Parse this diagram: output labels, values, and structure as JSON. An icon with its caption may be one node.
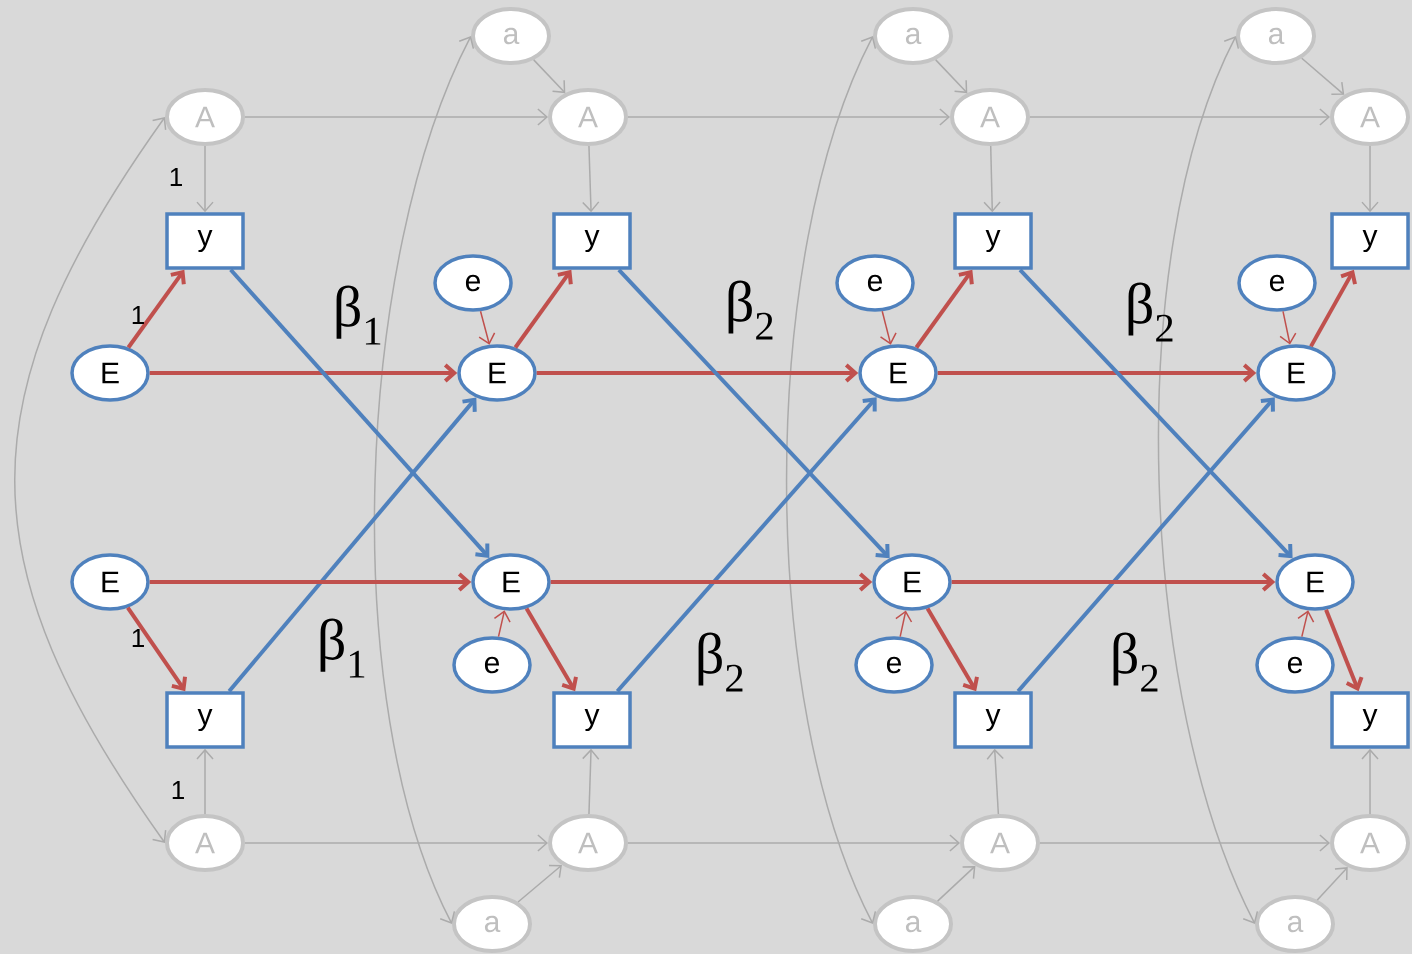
{
  "diagram": {
    "nodes": [
      {
        "text": [
          "a"
        ]
      },
      {
        "text": [
          "a"
        ]
      },
      {
        "text": [
          "a"
        ]
      },
      {
        "text": [
          "A"
        ]
      },
      {
        "text": [
          "A"
        ]
      },
      {
        "text": [
          "A"
        ]
      },
      {
        "text": [
          "A"
        ]
      },
      {
        "text": [
          "y"
        ]
      },
      {
        "text": [
          "y"
        ]
      },
      {
        "text": [
          "y"
        ]
      },
      {
        "text": [
          "y"
        ]
      },
      {
        "text": [
          "e"
        ]
      },
      {
        "text": [
          "e"
        ]
      },
      {
        "text": [
          "e"
        ]
      },
      {
        "text": [
          "E"
        ]
      },
      {
        "text": [
          "E"
        ]
      },
      {
        "text": [
          "E"
        ]
      },
      {
        "text": [
          "E"
        ]
      },
      {
        "text": [
          "E"
        ]
      },
      {
        "text": [
          "E"
        ]
      },
      {
        "text": [
          "E"
        ]
      },
      {
        "text": [
          "E"
        ]
      },
      {
        "text": [
          "e"
        ]
      },
      {
        "text": [
          "e"
        ]
      },
      {
        "text": [
          "e"
        ]
      },
      {
        "text": [
          "y"
        ]
      },
      {
        "text": [
          "y"
        ]
      },
      {
        "text": [
          "y"
        ]
      },
      {
        "text": [
          "y"
        ]
      },
      {
        "text": [
          "A"
        ]
      },
      {
        "text": [
          "A"
        ]
      },
      {
        "text": [
          "A"
        ]
      },
      {
        "text": [
          "A"
        ]
      },
      {
        "text": [
          "a"
        ]
      },
      {
        "text": [
          "a"
        ]
      },
      {
        "text": [
          "a"
        ]
      }
    ],
    "edges": [
      {
        "from": 0,
        "to": 4,
        "arrow": "to"
      },
      {
        "from": 1,
        "to": 5,
        "arrow": "to"
      },
      {
        "from": 2,
        "to": 6,
        "arrow": "to"
      },
      {
        "from": 3,
        "to": 4,
        "arrow": "to"
      },
      {
        "from": 4,
        "to": 5,
        "arrow": "to"
      },
      {
        "from": 5,
        "to": 6,
        "arrow": "to"
      },
      {
        "from": 3,
        "to": 7,
        "arrow": "to",
        "label": "1"
      },
      {
        "from": 4,
        "to": 8,
        "arrow": "to"
      },
      {
        "from": 5,
        "to": 9,
        "arrow": "to"
      },
      {
        "from": 6,
        "to": 10,
        "arrow": "to"
      },
      {
        "from": 3,
        "to": 29,
        "arrow": "both"
      },
      {
        "from": 0,
        "to": 33,
        "arrow": "both"
      },
      {
        "from": 1,
        "to": 34,
        "arrow": "both"
      },
      {
        "from": 2,
        "to": 35,
        "arrow": "both"
      },
      {
        "from": 14,
        "to": 7,
        "arrow": "to",
        "label": "1",
        "style": "thick",
        "color": "#c0504d"
      },
      {
        "from": 15,
        "to": 8,
        "arrow": "to",
        "style": "thick",
        "color": "#c0504d"
      },
      {
        "from": 16,
        "to": 9,
        "arrow": "to",
        "style": "thick",
        "color": "#c0504d"
      },
      {
        "from": 17,
        "to": 10,
        "arrow": "to",
        "style": "thick",
        "color": "#c0504d"
      },
      {
        "from": 14,
        "to": 15,
        "arrow": "to",
        "style": "thick",
        "color": "#c0504d"
      },
      {
        "from": 15,
        "to": 16,
        "arrow": "to",
        "style": "thick",
        "color": "#c0504d"
      },
      {
        "from": 16,
        "to": 17,
        "arrow": "to",
        "style": "thick",
        "color": "#c0504d"
      },
      {
        "from": 11,
        "to": 15,
        "arrow": "to",
        "color": "#c0504d"
      },
      {
        "from": 12,
        "to": 16,
        "arrow": "to",
        "color": "#c0504d"
      },
      {
        "from": 13,
        "to": 17,
        "arrow": "to",
        "color": "#c0504d"
      },
      {
        "from": 7,
        "to": 19,
        "arrow": "to",
        "label": "β$_{1}$",
        "style": "thick",
        "color": "#4f81bd"
      },
      {
        "from": 8,
        "to": 20,
        "arrow": "to",
        "label": "β$_{2}$",
        "style": "thick",
        "color": "#4f81bd"
      },
      {
        "from": 9,
        "to": 21,
        "arrow": "to",
        "label": "β$_{2}$",
        "style": "thick",
        "color": "#4f81bd"
      },
      {
        "from": 25,
        "to": 15,
        "arrow": "to",
        "label": "β$_{1}$",
        "style": "thick",
        "color": "#4f81bd"
      },
      {
        "from": 26,
        "to": 16,
        "arrow": "to",
        "label": "β$_{2}$",
        "style": "thick",
        "color": "#4f81bd"
      },
      {
        "from": 27,
        "to": 17,
        "arrow": "to",
        "label": "β$_{2}$",
        "style": "thick",
        "color": "#4f81bd"
      },
      {
        "from": 18,
        "to": 19,
        "arrow": "to",
        "style": "thick",
        "color": "#c0504d"
      },
      {
        "from": 19,
        "to": 20,
        "arrow": "to",
        "style": "thick",
        "color": "#c0504d"
      },
      {
        "from": 20,
        "to": 21,
        "arrow": "to",
        "style": "thick",
        "color": "#c0504d"
      },
      {
        "from": 18,
        "to": 25,
        "arrow": "to",
        "label": "1",
        "style": "thick",
        "color": "#c0504d"
      },
      {
        "from": 19,
        "to": 26,
        "arrow": "to",
        "style": "thick",
        "color": "#c0504d"
      },
      {
        "from": 20,
        "to": 27,
        "arrow": "to",
        "style": "thick",
        "color": "#c0504d"
      },
      {
        "from": 21,
        "to": 28,
        "arrow": "to",
        "style": "thick",
        "color": "#c0504d"
      },
      {
        "from": 22,
        "to": 19,
        "arrow": "to",
        "color": "#c0504d"
      },
      {
        "from": 23,
        "to": 20,
        "arrow": "to",
        "color": "#c0504d"
      },
      {
        "from": 24,
        "to": 21,
        "arrow": "to",
        "color": "#c0504d"
      },
      {
        "from": 29,
        "to": 25,
        "arrow": "to",
        "label": "1"
      },
      {
        "from": 30,
        "to": 26,
        "arrow": "to"
      },
      {
        "from": 31,
        "to": 27,
        "arrow": "to"
      },
      {
        "from": 32,
        "to": 28,
        "arrow": "to"
      },
      {
        "from": 29,
        "to": 30,
        "arrow": "to"
      },
      {
        "from": 30,
        "to": 31,
        "arrow": "to"
      },
      {
        "from": 31,
        "to": 32,
        "arrow": "to"
      },
      {
        "from": 33,
        "to": 30,
        "arrow": "to"
      },
      {
        "from": 34,
        "to": 31,
        "arrow": "to"
      },
      {
        "from": 35,
        "to": 32,
        "arrow": "to"
      }
    ]
  }
}
